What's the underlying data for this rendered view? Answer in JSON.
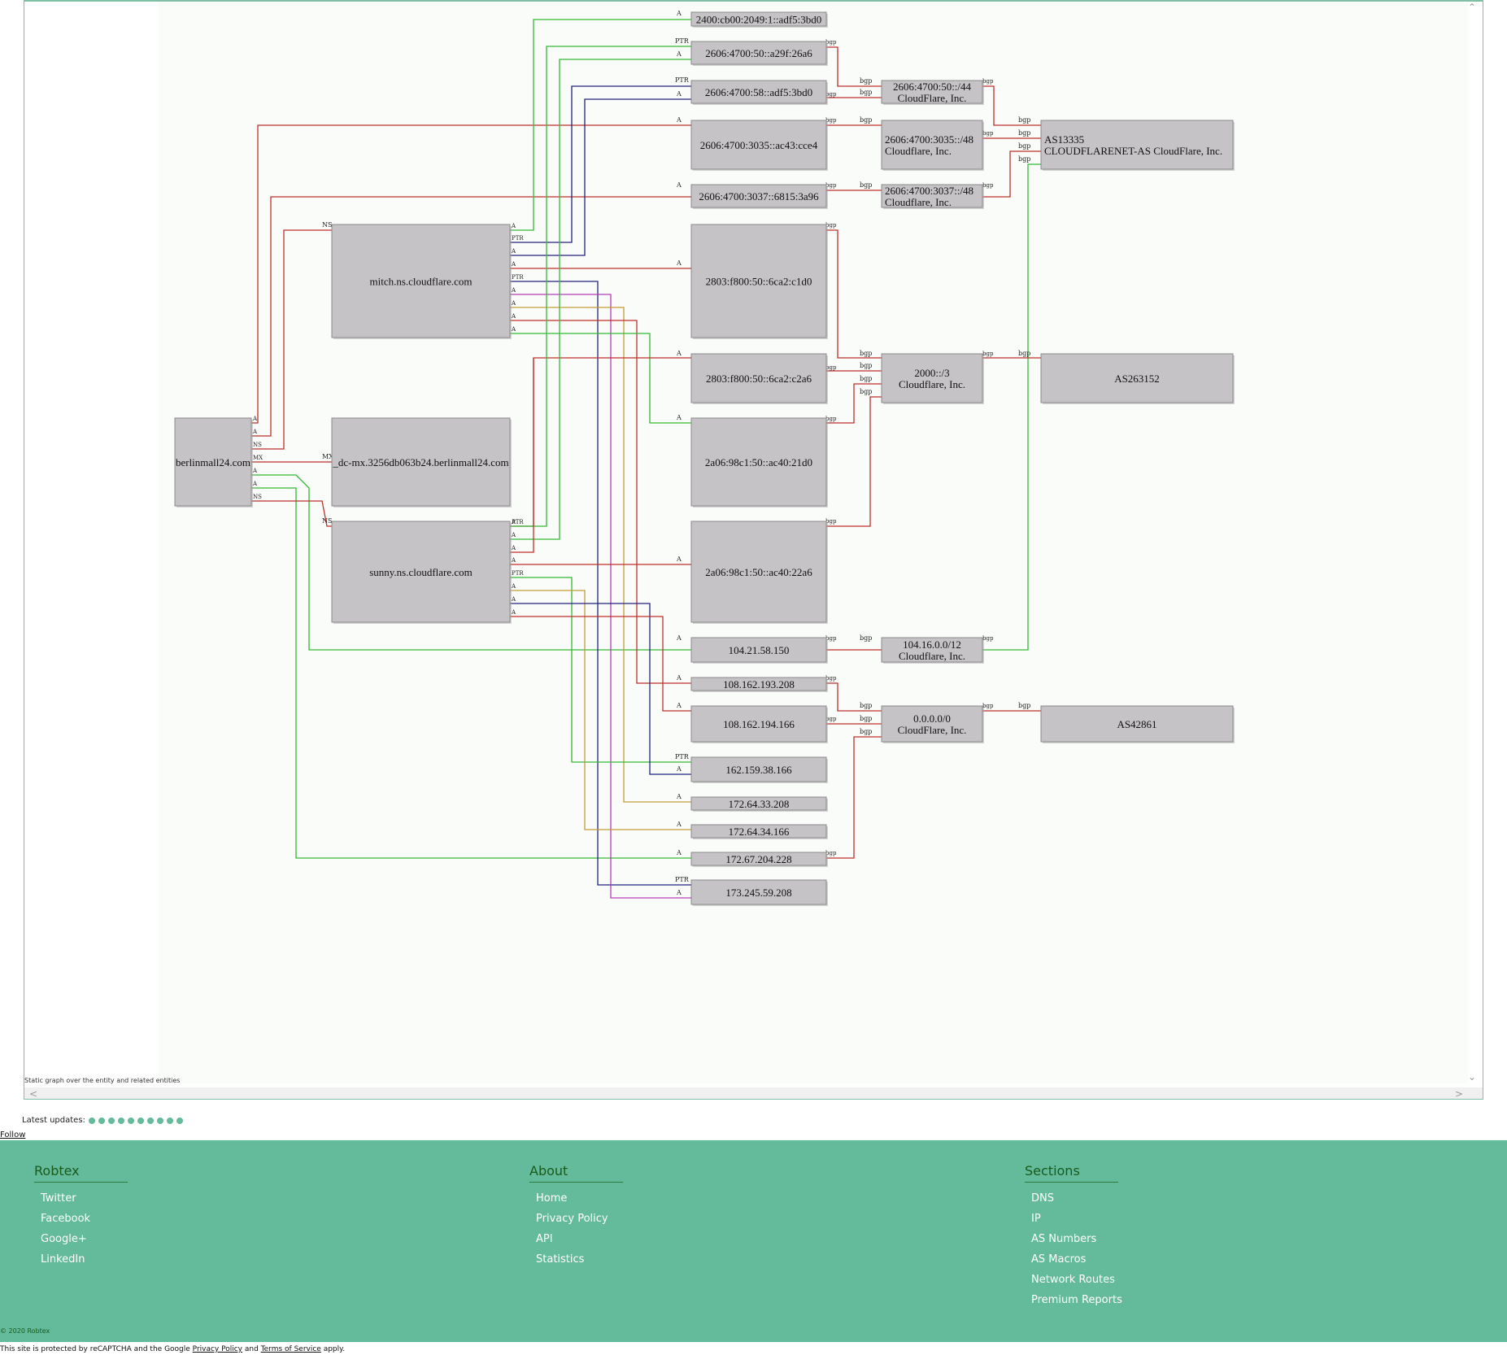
{
  "graph": {
    "caption": "Static graph over the entity and related entities",
    "nodes": {
      "n_berlin": "berlinmall24.com",
      "n_mitch": "mitch.ns.cloudflare.com",
      "n_dcmx": "_dc-mx.3256db063b24.berlinmall24.com",
      "n_sunny": "sunny.ns.cloudflare.com",
      "n_ip1": "2400:cb00:2049:1::adf5:3bd0",
      "n_ip2": "2606:4700:50::a29f:26a6",
      "n_ip3": "2606:4700:58::adf5:3bd0",
      "n_ip4": "2606:4700:3035::ac43:cce4",
      "n_ip5": "2606:4700:3037::6815:3a96",
      "n_ip6": "2803:f800:50::6ca2:c1d0",
      "n_ip7": "2803:f800:50::6ca2:c2a6",
      "n_ip8": "2a06:98c1:50::ac40:21d0",
      "n_ip9": "2a06:98c1:50::ac40:22a6",
      "n_ip10": "104.21.58.150",
      "n_ip11": "108.162.193.208",
      "n_ip12": "108.162.194.166",
      "n_ip13": "162.159.38.166",
      "n_ip14": "172.64.33.208",
      "n_ip15": "172.64.34.166",
      "n_ip16": "172.67.204.228",
      "n_ip17": "173.245.59.208",
      "n_r1": "2606:4700:50::/44\nCloudFlare, Inc.",
      "n_r2": "2606:4700:3035::/48\nCloudflare, Inc.",
      "n_r3": "2606:4700:3037::/48\nCloudflare, Inc.",
      "n_r4": "2000::/3\nCloudflare, Inc.",
      "n_r5": "104.16.0.0/12\nCloudflare, Inc.",
      "n_r6": "0.0.0.0/0\nCloudFlare, Inc.",
      "n_as1": "AS13335\nCLOUDFLARENET-AS CloudFlare, Inc.",
      "n_as2": "AS263152",
      "n_as3": "AS42861"
    },
    "edge_labels": {
      "a": "A",
      "ptr": "PTR",
      "ns": "NS",
      "mx": "MX",
      "bgp": "bgp"
    },
    "colors": {
      "red": "#c0302a",
      "green": "#35b935",
      "navy": "#23237e",
      "magenta": "#b43cb4",
      "gold": "#c39a3a",
      "node_fill": "#c5c3c6",
      "node_stroke": "#8a8a8a",
      "background": "#fafcfa"
    }
  },
  "scroll": {
    "up": "⌃",
    "down": "⌄",
    "left": "<",
    "right": ">"
  },
  "latest_updates_label": "Latest updates:",
  "follow_label": "Follow",
  "footer": {
    "robtex": {
      "title": "Robtex",
      "items": [
        "Twitter",
        "Facebook",
        "Google+",
        "LinkedIn"
      ]
    },
    "about": {
      "title": "About",
      "items": [
        "Home",
        "Privacy Policy",
        "API",
        "Statistics"
      ]
    },
    "sections": {
      "title": "Sections",
      "items": [
        "DNS",
        "IP",
        "AS Numbers",
        "AS Macros",
        "Network Routes",
        "Premium Reports"
      ]
    },
    "copyright": "© 2020 Robtex"
  },
  "recaptcha": {
    "prefix": "This site is protected by reCAPTCHA and the Google ",
    "privacy": "Privacy Policy",
    "and": " and ",
    "terms": "Terms of Service",
    "suffix": " apply."
  }
}
